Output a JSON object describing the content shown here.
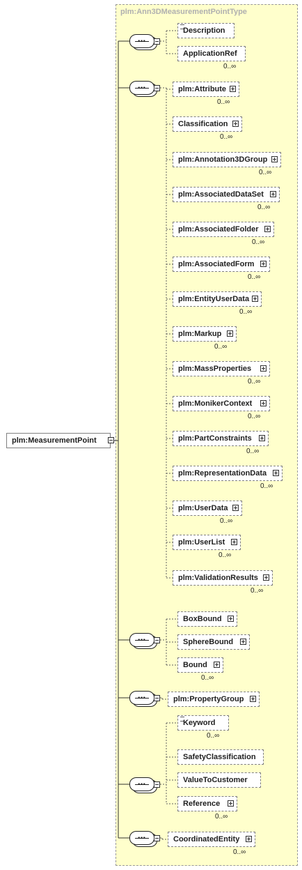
{
  "diagram": {
    "type_title": "plm:Ann3DMeasurementPointType",
    "root": "plm:MeasurementPoint",
    "groups": [
      {
        "items": [
          {
            "label": "Description",
            "doc": true
          },
          {
            "label": "ApplicationRef",
            "card": "0..∞"
          }
        ]
      },
      {
        "items": [
          {
            "label": "plm:Attribute",
            "plus": true,
            "card": "0..∞"
          },
          {
            "label": "Classification",
            "plus": true,
            "card": "0..∞"
          },
          {
            "label": "plm:Annotation3DGroup",
            "plus": true,
            "card": "0..∞"
          },
          {
            "label": "plm:AssociatedDataSet",
            "plus": true,
            "card": "0..∞"
          },
          {
            "label": "plm:AssociatedFolder",
            "plus": true,
            "card": "0..∞"
          },
          {
            "label": "plm:AssociatedForm",
            "plus": true,
            "card": "0..∞"
          },
          {
            "label": "plm:EntityUserData",
            "plus": true,
            "card": "0..∞"
          },
          {
            "label": "plm:Markup",
            "plus": true,
            "card": "0..∞"
          },
          {
            "label": "plm:MassProperties",
            "plus": true,
            "card": "0..∞"
          },
          {
            "label": "plm:MonikerContext",
            "plus": true,
            "card": "0..∞"
          },
          {
            "label": "plm:PartConstraints",
            "plus": true,
            "card": "0..∞"
          },
          {
            "label": "plm:RepresentationData",
            "plus": true,
            "card": "0..∞"
          },
          {
            "label": "plm:UserData",
            "plus": true,
            "card": "0..∞"
          },
          {
            "label": "plm:UserList",
            "plus": true,
            "card": "0..∞"
          },
          {
            "label": "plm:ValidationResults",
            "plus": true,
            "card": "0..∞"
          }
        ]
      },
      {
        "items": [
          {
            "label": "BoxBound",
            "plus": true
          },
          {
            "label": "SphereBound",
            "plus": true
          },
          {
            "label": "Bound",
            "plus": true,
            "card": "0..∞"
          }
        ]
      },
      {
        "items": [
          {
            "label": "plm:PropertyGroup",
            "plus": true
          }
        ]
      },
      {
        "items": [
          {
            "label": "Keyword",
            "doc": true,
            "card": "0..∞"
          },
          {
            "label": "SafetyClassification"
          },
          {
            "label": "ValueToCustomer"
          },
          {
            "label": "Reference",
            "plus": true,
            "card": "0..∞"
          }
        ]
      },
      {
        "items": [
          {
            "label": "CoordinatedEntity",
            "plus": true,
            "card": "0..∞"
          }
        ]
      }
    ]
  }
}
